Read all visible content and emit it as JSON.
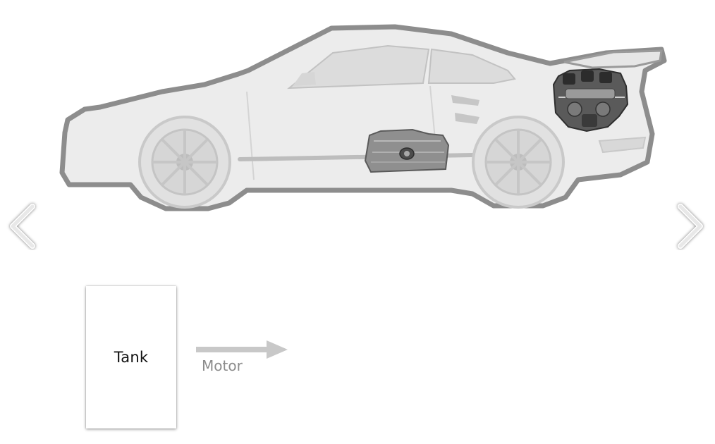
{
  "carousel": {
    "prev_icon": "chevron-left-icon",
    "next_icon": "chevron-right-icon",
    "car_icon": "sports-car-silhouette",
    "components": [
      "fuel-tank-icon",
      "engine-icon"
    ]
  },
  "diagram": {
    "tank_label": "Tank",
    "flow_label": "Motor",
    "arrow_icon": "arrow-right-icon"
  },
  "colors": {
    "car_outline": "#8d8d8d",
    "car_body": "#ececec",
    "arrow": "#c8c8c8",
    "flow_text": "#8c8c8c"
  }
}
